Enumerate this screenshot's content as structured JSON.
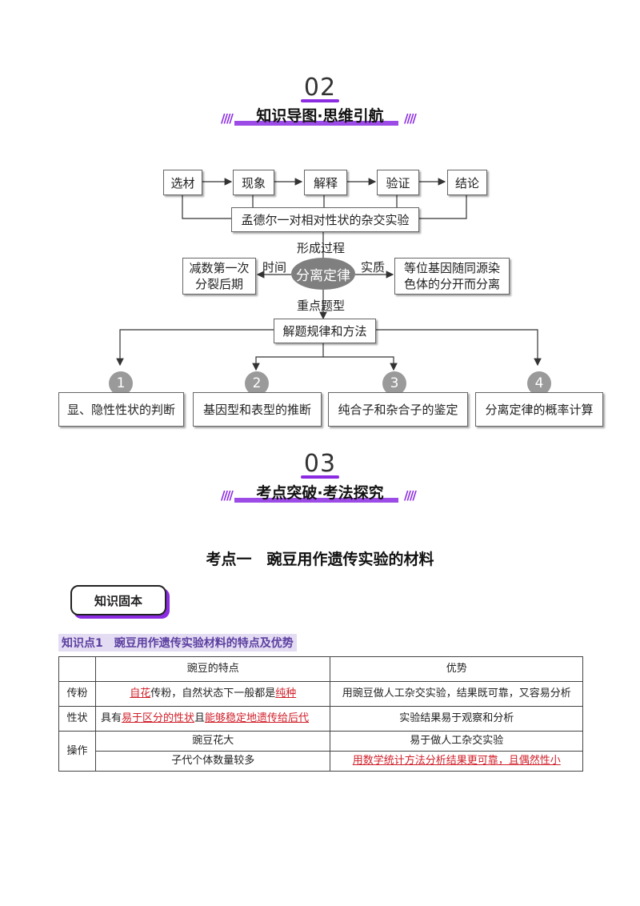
{
  "section2": {
    "number": "02",
    "title": "知识导图·思维引航"
  },
  "flow": {
    "top_boxes": [
      "选材",
      "现象",
      "解释",
      "验证",
      "结论"
    ],
    "main_box": "孟德尔一对相对性状的杂交实验",
    "formation_label": "形成过程",
    "center": "分离定律",
    "time_label": "时间",
    "time_box": "减数第一次分裂后期",
    "essence_label": "实质",
    "essence_box": "等位基因随同源染色体的分开而分离",
    "key_label": "重点题型",
    "method_box": "解题规律和方法",
    "items": [
      {
        "num": "1",
        "text": "显、隐性性状的判断"
      },
      {
        "num": "2",
        "text": "基因型和表型的推断"
      },
      {
        "num": "3",
        "text": "纯合子和杂合子的鉴定"
      },
      {
        "num": "4",
        "text": "分离定律的概率计算"
      }
    ]
  },
  "section3": {
    "number": "03",
    "title": "考点突破·考法探究"
  },
  "topic_title": "考点一　豌豆用作遗传实验的材料",
  "tag_label": "知识固本",
  "knowledge_point": "知识点1　豌豆用作遗传实验材料的特点及优势",
  "table": {
    "headers": [
      "",
      "豌豆的特点",
      "优势"
    ],
    "row1": {
      "label": "传粉",
      "f_a": "自花",
      "f_b": "传粉，自然状态下一般都是",
      "f_c": "纯种",
      "adv": "用豌豆做人工杂交实验，结果既可靠，又容易分析"
    },
    "row2": {
      "label": "性状",
      "f_a": "具有",
      "f_b": "易于区分的性状",
      "f_c": "且",
      "f_d": "能够稳定地遗传给后代",
      "adv": "实验结果易于观察和分析"
    },
    "row3": {
      "label": "操作",
      "f1": "豌豆花大",
      "a1": "易于做人工杂交实验",
      "f2": "子代个体数量较多",
      "a2": "用数学统计方法分析结果更可靠，且偶然性小"
    }
  }
}
